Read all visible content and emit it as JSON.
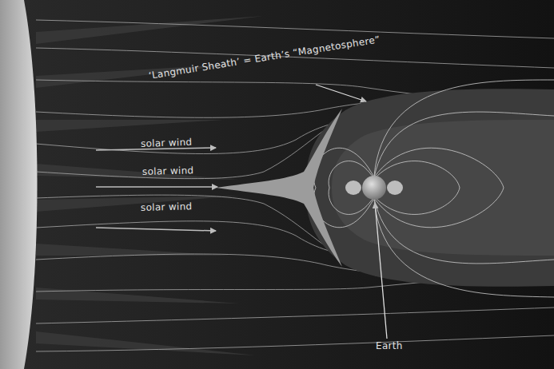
{
  "diagram": {
    "labels": [
      "‘Langmuir Sheath’ = Earth’s “Magnetosphere”",
      "solar wind",
      "solar wind",
      "solar wind",
      "Earth"
    ]
  }
}
